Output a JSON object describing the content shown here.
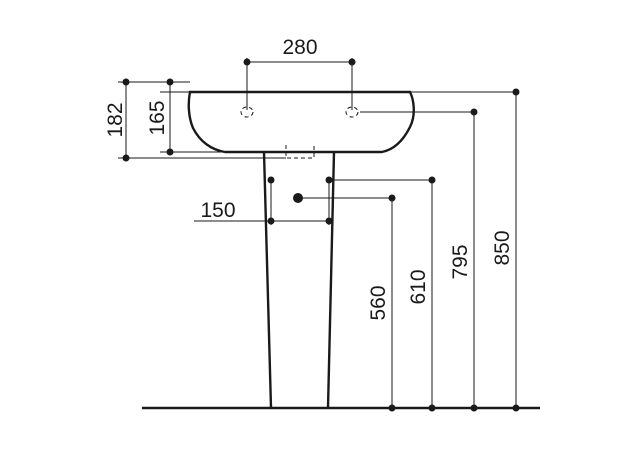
{
  "dimensions": {
    "tap_hole_spacing": "280",
    "waste_spacing": "150",
    "basin_overall_depth": "182",
    "basin_inner_depth": "165",
    "waste_outlet_height": "560",
    "supply_height": "610",
    "basin_rim_height": "795",
    "overall_height": "850"
  }
}
